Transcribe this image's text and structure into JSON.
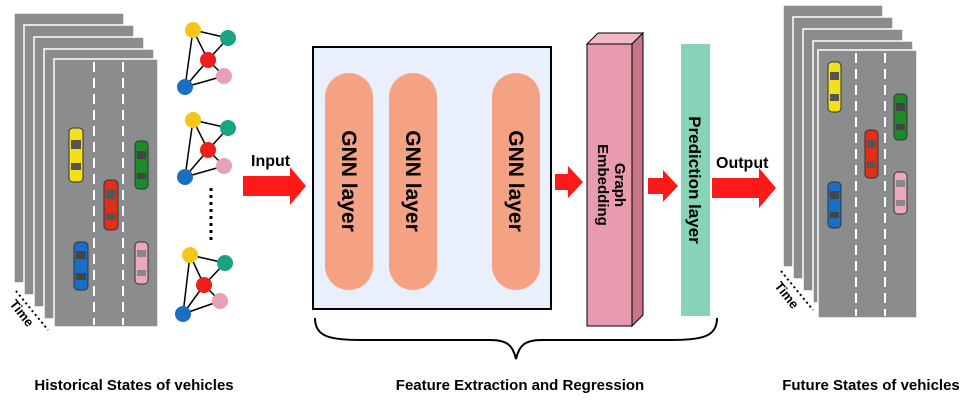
{
  "labels": {
    "input": "Input",
    "output": "Output",
    "time_left": "Time",
    "time_right": "Time",
    "historical": "Historical States of vehicles",
    "feature": "Feature Extraction and Regression",
    "future": "Future States of vehicles"
  },
  "gnn_layers": [
    "GNN layer",
    "GNN layer",
    "GNN layer"
  ],
  "embedding": {
    "line1": "Graph",
    "line2": "Embedding"
  },
  "prediction": "Prediction layer",
  "colors": {
    "road": "#8a8c8e",
    "arrow": "#ff1a1a",
    "gnn_pill": "#f4a283",
    "gnn_box": "#eaf0fb",
    "embedding": "#e89aae",
    "prediction": "#86d3b8",
    "node_yellow": "#f5c518",
    "node_teal": "#1aa37f",
    "node_red": "#f01d1d",
    "node_pink": "#e8a0b8",
    "node_blue": "#1a6fc4",
    "car_yellow": "#f2e01a",
    "car_green": "#1d8a2a",
    "car_red": "#e0301a",
    "car_blue": "#1a6fc4",
    "car_pink": "#eaa9b9"
  }
}
